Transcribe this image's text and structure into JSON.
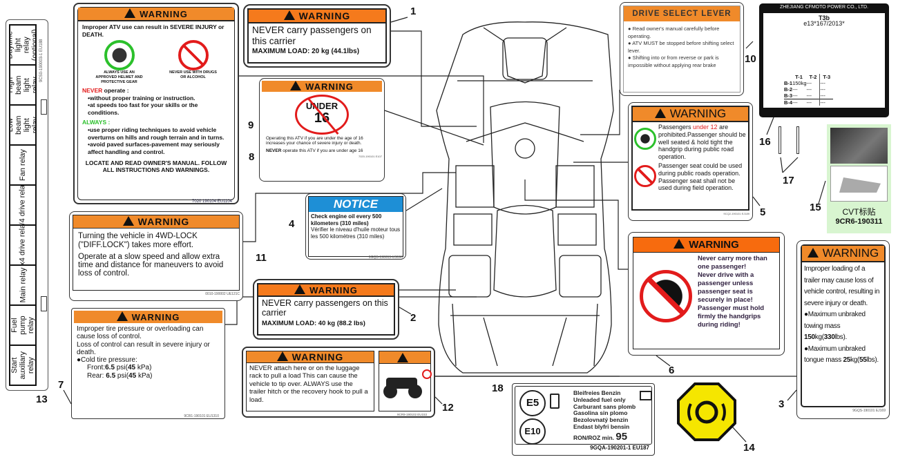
{
  "callouts": [
    "1",
    "2",
    "3",
    "4",
    "5",
    "6",
    "7",
    "8",
    "9",
    "10",
    "11",
    "12",
    "13",
    "14",
    "15",
    "16",
    "17",
    "18"
  ],
  "warning_word": "WARNING",
  "relay_label": {
    "cells": [
      "Daytime light relay (optional)",
      "High beam light relay",
      "Low beam light relay",
      "Fan relay",
      "2/4 drive relay",
      "4x4 drive relay",
      "Main relay",
      "Fuel pump relay",
      "Start auxiliary relay"
    ],
    "code": "9CS0-190003-1 EU188"
  },
  "label9": {
    "intro": "Improper ATV use can result in SEVERE INJURY or DEATH.",
    "icon_ok": "ALWAYS USE AN APPROVED HELMET AND PROTECTIVE GEAR",
    "icon_no": "NEVER USE WITH DRUGS OR ALCOHOL",
    "never": "NEVER",
    "never_rest": " operate :",
    "never_items": [
      "without proper training or instruction.",
      "at speeds too fast for your skills or the conditions."
    ],
    "always": "ALWAYS :",
    "always_items": [
      "use proper riding techniques to avoid vehicle overturns on hills and rough terrain and in turns.",
      "avoid paved surfaces-pavement may seriously affect handling and control."
    ],
    "footer": "LOCATE AND READ OWNER'S MANUAL. FOLLOW ALL INSTRUCTIONS AND WARNINGS.",
    "code": "7020 190104 EU1104"
  },
  "label1": {
    "line1": "NEVER carry passengers on this carrier",
    "line2": "MAXIMUM LOAD: 20 kg (44.1lbs)"
  },
  "label8": {
    "badge1": "UNDER",
    "badge2": "16",
    "p1": "Operating this ATV if you are under the age of 16 increases your chance of severe injury or death.",
    "p2_bold": "NEVER",
    "p2": " operate this ATV if you are under age 16",
    "code": "7020-190101 E107"
  },
  "label4": {
    "title": "NOTICE",
    "en": "Check engine oil every 500 kilometers (310 miles)",
    "fr": "Vérifier le niveau d'huile moteur tous les 500 kilomètres (310 miles)",
    "code": "9GQB-190013-US190"
  },
  "label11": {
    "p1": "Turning the vehicle in 4WD-LOCK (\"DIFF.LOCK\") takes more effort.",
    "p2": "Operate at a slow speed and allow extra time and distance for maneuvers to avoid loss of control.",
    "code": "0010-190002 UE121C"
  },
  "label7": {
    "lines": [
      "Improper tire pressure or overloading can cause loss of control.",
      "Loss of control can result in severe injury or death.",
      "●Cold tire pressure:"
    ],
    "front": "Front:",
    "front_val": "6.5",
    "rear": "Rear: ",
    "rear_val": "6.5",
    "unit": " psi(",
    "kpa": "45",
    "kpa_unit": " kPa)",
    "code": "9CR1-190101 EU1310"
  },
  "label2": {
    "line1": "NEVER carry passengers on this carrier",
    "line2": "MAXIMUM LOAD: 40 kg (88.2 lbs)"
  },
  "label12": {
    "text": "NEVER attach here or on the luggage rack to pull a load This can cause the vehicle to tip over. ALWAYS use the trailer hitch or the recovery hook to pull a load.",
    "code": "9CR9-190102 EU153"
  },
  "label10": {
    "title": "DRIVE SELECT LEVER",
    "items": [
      "Read owner's manual carefully before operating.",
      "ATV MUST be stopped before shifting select lever.",
      "Shifting into or from reverse or park is impossible without applying rear brake"
    ]
  },
  "label5": {
    "p1a": "Passengers ",
    "p1red": "under 12",
    "p1b": " are prohibited.Passenger should be well seated & hold tight the handgrip during public road operation.",
    "p2": "Passenger seat could be used during public roads operation. Passenger seat shall not be used during field operation.",
    "code": "9CQ2-190101 EJ189"
  },
  "label16": {
    "maker": "ZHEJIANG CFMOTO POWER CO., LTD.",
    "type": "T3b",
    "approval": "e13*167/2013*",
    "cols": [
      "T-1",
      "T-2",
      "T-3"
    ],
    "rows": [
      [
        "B-1",
        "150kg",
        "---",
        "---"
      ],
      [
        "B-2",
        "---",
        "---",
        "---"
      ],
      [
        "B-3",
        "---",
        "---",
        "---"
      ],
      [
        "B-4",
        "---",
        "---",
        "---"
      ]
    ]
  },
  "label15": {
    "name": "CVT标贴",
    "code": "9CR6-190311",
    "bg": "#d8f5d0"
  },
  "label6": {
    "text": [
      "Never carry more than",
      "one passenger!",
      "Never drive with a",
      "passenger unless",
      "passenger seat is",
      "securely in place!",
      "Passenger must hold",
      "firmly the handgrips",
      "during riding!"
    ]
  },
  "label3": {
    "p1": "Improper loading of a trailer may cause loss of vehicle control, resulting in severe injury or death.",
    "b1a": "●Maximum unbraked towing mass ",
    "b1v": "150",
    "b1u": "kg(",
    "b1l": "330",
    "b1e": "lbs).",
    "b2a": "●Maximum unbraked tongue mass ",
    "b2v": "25",
    "b2u": "kg(",
    "b2l": "55",
    "b2e": "lbs).",
    "code": "9GQS-190101 EJ169"
  },
  "label18": {
    "e5": "E5",
    "e10": "E10",
    "lines": [
      "Bleifreies Benzin",
      "Unleaded fuel only",
      "Carburant sans plomb",
      "Gasolina sin plomo",
      "Bezolovnatý benzin",
      "Endast blyfri bensin"
    ],
    "ron": "RON/ROZ min.",
    "ron_val": "95",
    "code": "9GQA-190201-1  EU187"
  },
  "colors": {
    "warning_orange": "#f08a2a",
    "notice_blue": "#1e8fd6",
    "prohibit_red": "#e21b1b",
    "ok_green": "#2bc02b",
    "octagon_yellow": "#f5e600"
  }
}
